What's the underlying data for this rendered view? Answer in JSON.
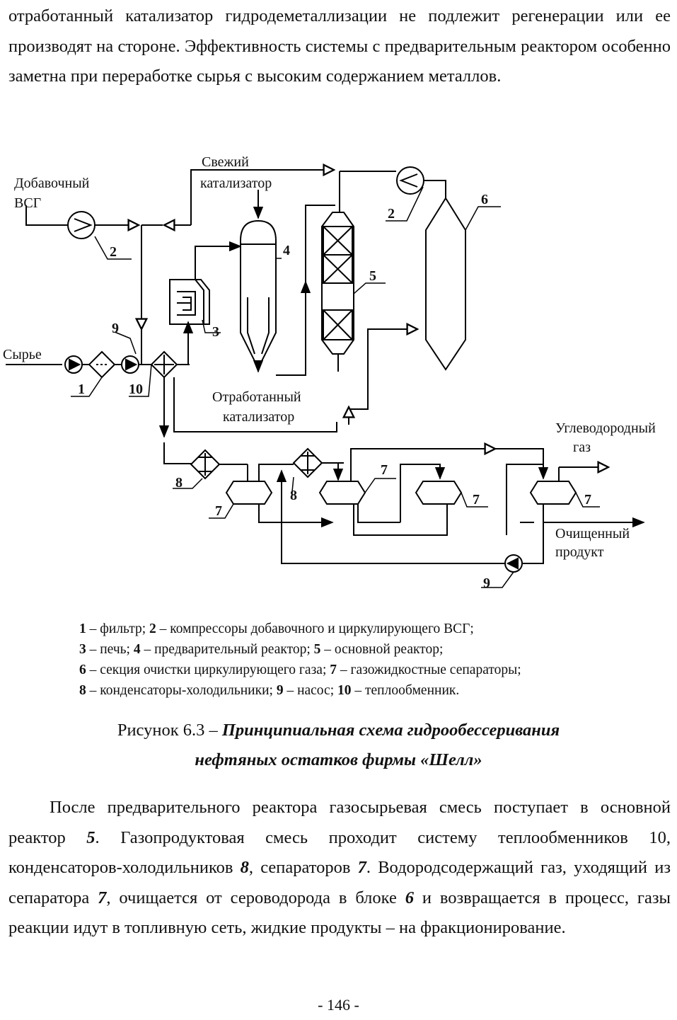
{
  "top_paragraph": "отработанный катализатор гидродеметаллизации не подлежит регенерации или ее производят на стороне. Эффективность системы с предварительным реактором особенно заметна при переработке сырья с высоким содержанием металлов.",
  "diagram": {
    "labels": {
      "fresh_catalyst_1": "Свежий",
      "fresh_catalyst_2": "катализатор",
      "additional_1": "Добавочный",
      "additional_2": "ВСГ",
      "feed": "Сырье",
      "spent_1": "Отработанный",
      "spent_2": "катализатор",
      "hc_gas_1": "Углеводородный",
      "hc_gas_2": "газ",
      "product_1": "Очищенный",
      "product_2": "продукт"
    },
    "numbers": {
      "n1": "1",
      "n2a": "2",
      "n2b": "2",
      "n3": "3",
      "n4": "4",
      "n5": "5",
      "n6": "6",
      "n7a": "7",
      "n7b": "7",
      "n7c": "7",
      "n7d": "7",
      "n8a": "8",
      "n8b": "8",
      "n9a": "9",
      "n9b": "9",
      "n10": "10"
    }
  },
  "legend": {
    "l1_num": "1",
    "l1_text": " – фильтр; ",
    "l1_num2": "2",
    "l1_text2": " – компрессоры добавочного и циркулирующего ВСГ;",
    "l2_num": "3",
    "l2_text": " – печь; ",
    "l2_num2": "4",
    "l2_text2": " – предварительный реактор; ",
    "l2_num3": "5",
    "l2_text3": " – основной реактор;",
    "l3_num": "6",
    "l3_text": " – секция очистки циркулирующего газа; ",
    "l3_num2": "7",
    "l3_text2": " – газожидкостные сепараторы;",
    "l4_num": "8",
    "l4_text": " – конденсаторы-холодильники; ",
    "l4_num2": "9",
    "l4_text2": " – насос; ",
    "l4_num3": "10",
    "l4_text3": " – теплообменник."
  },
  "caption": {
    "prefix": "Рисунок 6.3 – ",
    "title_line1": "Принципиальная схема гидрообессеривания",
    "title_line2": "нефтяных остатков фирмы «Шелл»"
  },
  "bottom_paragraph": {
    "t1": "После предварительного реактора газосырьевая смесь поступает в основной реактор ",
    "b1": "5",
    "t2": ". Газопродуктовая смесь проходит систему теплообменников 10, конденсаторов-холодильников ",
    "b2": "8",
    "t3": ", сепараторов ",
    "b3": "7",
    "t4": ". Водородсодержащий газ, уходящий из сепаратора ",
    "b4": "7",
    "t5": ", очищается от сероводорода в блоке ",
    "b5": "6",
    "t6": " и возвращается в процесс, газы реакции идут в топливную сеть, жидкие продукты – на фракционирование."
  },
  "page_number": "- 146 -"
}
